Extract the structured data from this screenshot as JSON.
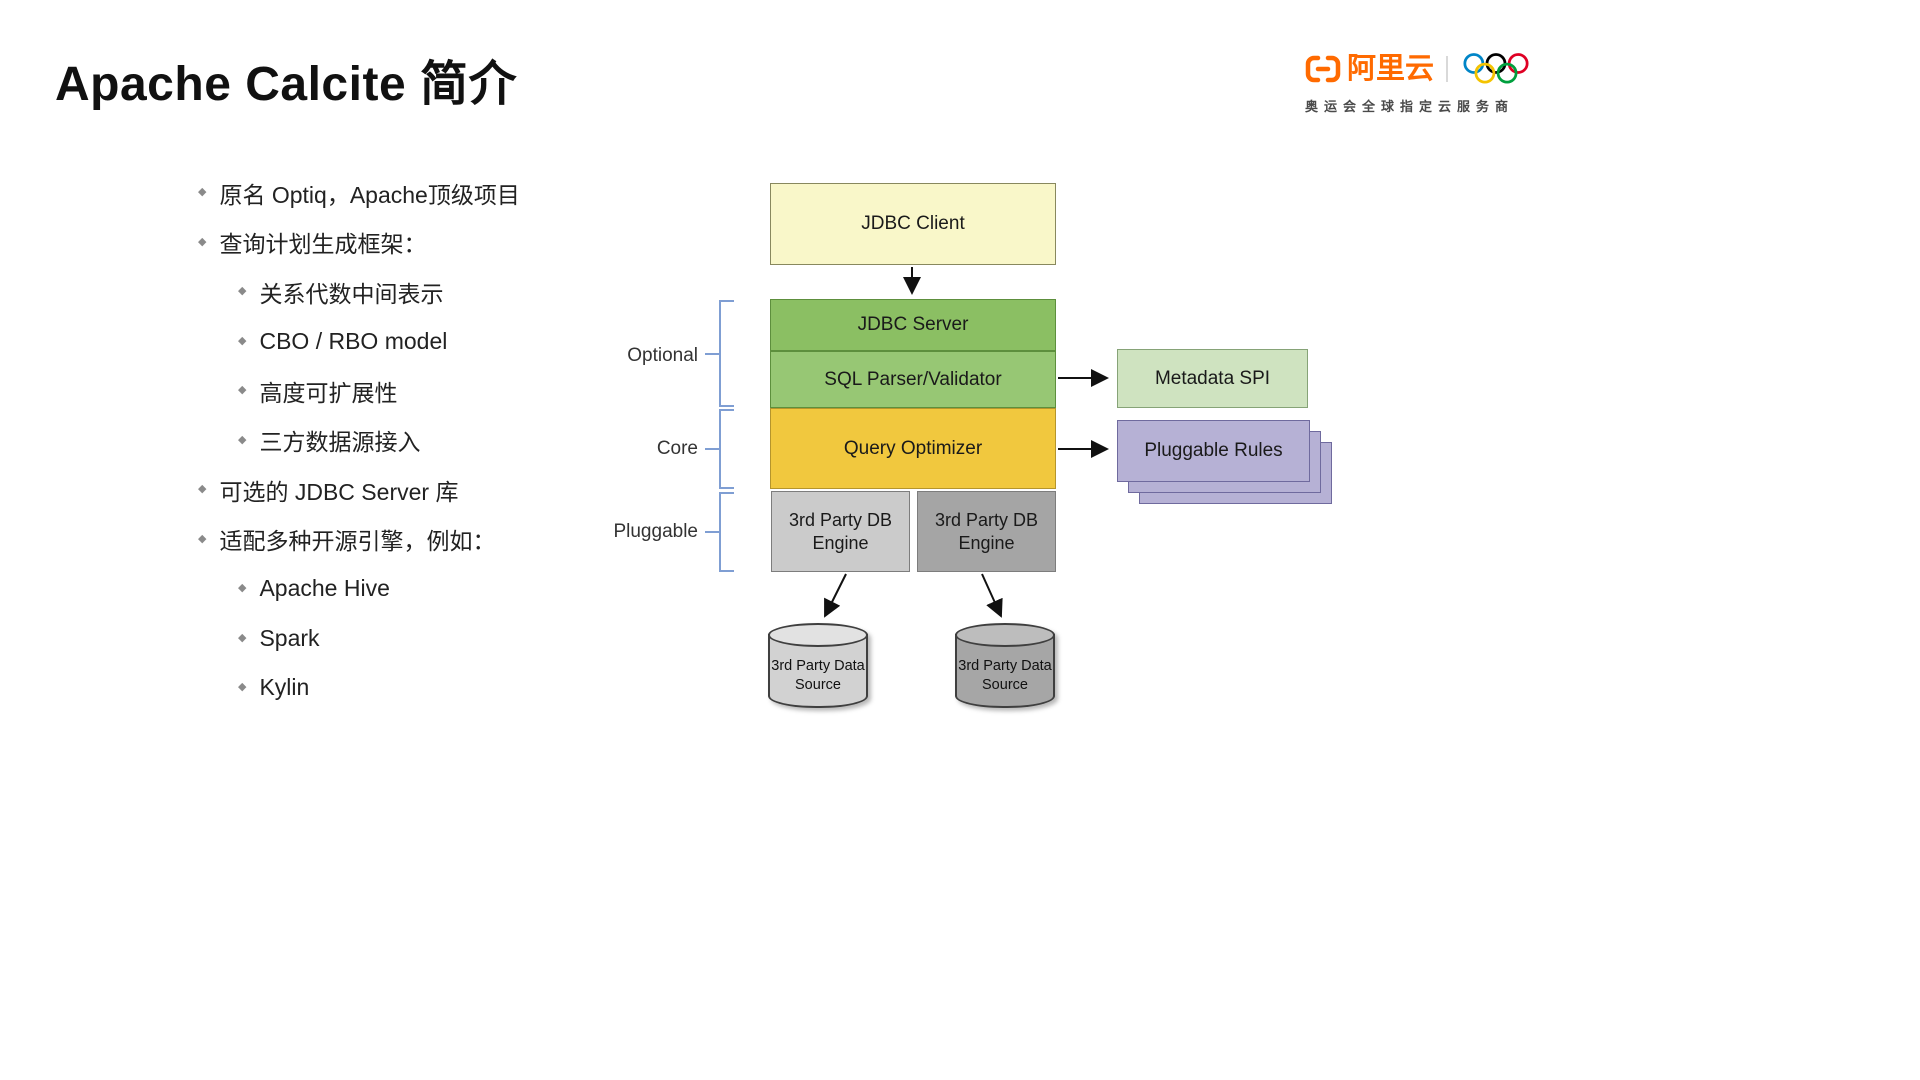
{
  "slide": {
    "title": "Apache Calcite 简介"
  },
  "logo": {
    "icon": "aliyun-logo-icon",
    "brand": "阿里云",
    "rings_icon": "olympic-rings-icon",
    "tagline": "奥运会全球指定云服务商"
  },
  "ui": {
    "bullet_marker": "◆"
  },
  "bullets": [
    {
      "level": 1,
      "text": "原名 Optiq，Apache顶级项目"
    },
    {
      "level": 1,
      "text": "查询计划生成框架："
    },
    {
      "level": 2,
      "text": "关系代数中间表示"
    },
    {
      "level": 2,
      "text": "CBO / RBO model"
    },
    {
      "level": 2,
      "text": "高度可扩展性"
    },
    {
      "level": 2,
      "text": "三方数据源接入"
    },
    {
      "level": 1,
      "text": "可选的 JDBC Server 库"
    },
    {
      "level": 1,
      "text": "适配多种开源引擎，例如："
    },
    {
      "level": 2,
      "text": "Apache Hive"
    },
    {
      "level": 2,
      "text": "Spark"
    },
    {
      "level": 2,
      "text": "Kylin"
    }
  ],
  "diagram": {
    "jdbc_client": "JDBC Client",
    "jdbc_server": "JDBC Server",
    "sql_parser": "SQL Parser/Validator",
    "query_optimizer": "Query Optimizer",
    "db_engine_left": "3rd Party DB Engine",
    "db_engine_right": "3rd Party DB Engine",
    "metadata_spi": "Metadata SPI",
    "pluggable_rules": "Pluggable Rules",
    "data_source_left": "3rd Party Data Source",
    "data_source_right": "3rd Party Data Source",
    "labels": {
      "optional": "Optional",
      "core": "Core",
      "pluggable": "Pluggable"
    }
  },
  "colors": {
    "brand_orange": "#FF6A00",
    "jdbc_client_bg": "#f9f7c9",
    "jdbc_server_bg": "#8bbf63",
    "sql_parser_bg": "#97c774",
    "query_optimizer_bg": "#f1c83e",
    "db_engine_left_bg": "#cbcbcb",
    "db_engine_right_bg": "#a5a5a5",
    "metadata_spi_bg": "#cfe3c0",
    "pluggable_rules_bg": "#b6b1d5",
    "bracket_blue": "#7f9ed3"
  }
}
